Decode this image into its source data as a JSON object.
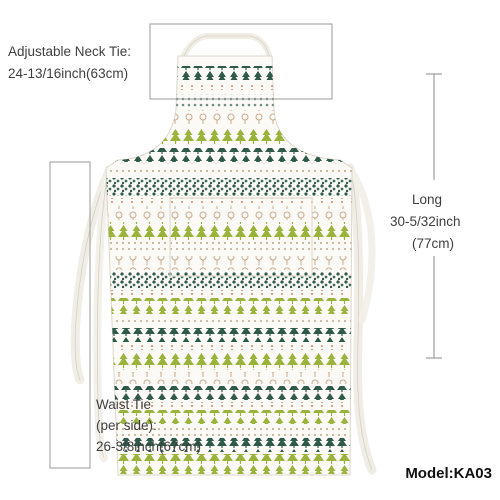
{
  "neck_tie": {
    "line1": "Adjustable Neck Tie:",
    "line2": "24-13/16inch(63cm)"
  },
  "length": {
    "line1": "Long",
    "line2": "30-5/32inch",
    "line3": "(77cm)"
  },
  "waist_tie": {
    "line1": "Waist Tie",
    "line2": "(per side):",
    "line3": "26-3/8inch(67cm)"
  },
  "model": "Model:KA03",
  "colors": {
    "fabric": "#fbfaf6",
    "tree_dark": "#2f5a4a",
    "tree_green": "#9bb33c",
    "dot_taupe": "#b8a48f",
    "callout_box": "#999999",
    "measure_line": "#aaaaaa"
  }
}
